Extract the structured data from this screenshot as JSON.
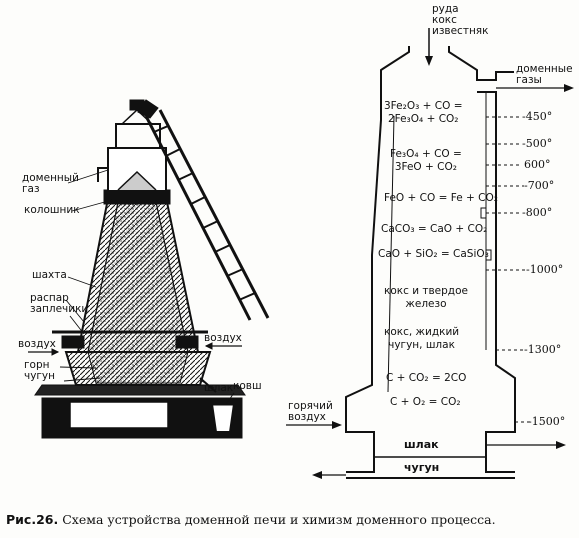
{
  "left_figure": {
    "labels": {
      "blast_gas": [
        "доменный",
        "газ"
      ],
      "throat": "колошник",
      "shaft": "шахта",
      "bosh": [
        "распар",
        "заплечики"
      ],
      "air_left": "воздух",
      "air_right": "воздух",
      "hearth": [
        "горн",
        "чугун"
      ],
      "slag": "шлак",
      "ladle": "ковш"
    }
  },
  "right_figure": {
    "inputs": [
      "руда",
      "кокс",
      "известняк"
    ],
    "blast_gases": [
      "доменные",
      "газы"
    ],
    "hot_air": [
      "горячий",
      "воздух"
    ],
    "slag": "шлак",
    "iron": "чугун",
    "reactions": [
      {
        "id": "r1",
        "lines": [
          "3Fe₂O₃ + CO =",
          "2Fe₃O₄ + CO₂"
        ]
      },
      {
        "id": "r2",
        "lines": [
          "Fe₃O₄ + CO =",
          "3FeO + CO₂"
        ]
      },
      {
        "id": "r3",
        "lines": [
          "FeO + CO = Fe + CO₂"
        ]
      },
      {
        "id": "r4",
        "lines": [
          "CaCO₃ = CaO + CO₂"
        ]
      },
      {
        "id": "r5",
        "lines": [
          "CaO + SiO₂ = CaSiO₃"
        ]
      },
      {
        "id": "r6",
        "lines": [
          "кокс и твердое",
          "железо"
        ]
      },
      {
        "id": "r7",
        "lines": [
          "кокс, жидкий",
          "чугун, шлак"
        ]
      },
      {
        "id": "r8",
        "lines": [
          "C + CO₂ = 2CO"
        ]
      },
      {
        "id": "r9",
        "lines": [
          "C + O₂ = CO₂"
        ]
      }
    ],
    "temperatures": [
      "-450°",
      "-500°",
      "600°",
      "-700°",
      "-800°",
      "-1000°",
      "-1300°",
      "-1500°"
    ]
  },
  "caption": {
    "figure_number": "Рис.26.",
    "text": " Схема устройства доменной печи и химизм доменного процесса."
  }
}
